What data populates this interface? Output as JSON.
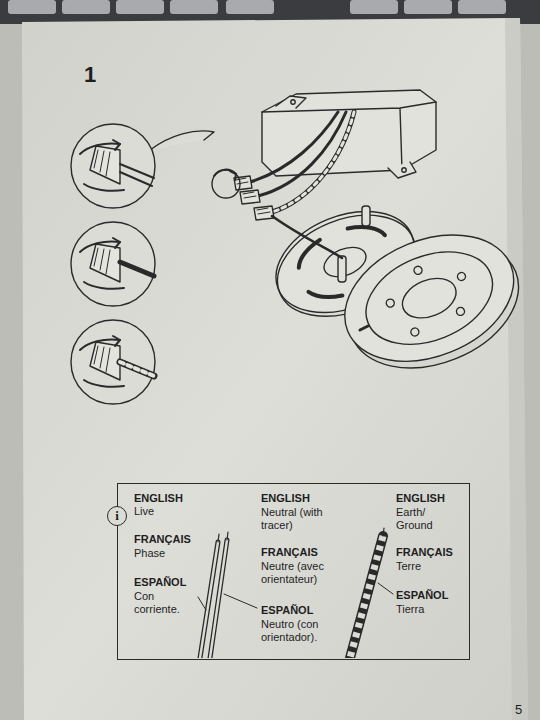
{
  "diagram": {
    "nodes": [
      {
        "text": [
          "ENGLISH",
          "Live",
          "FRANÇAIS",
          "Phase",
          "ESPAÑOL",
          "Con corriente.",
          "ENGLISH",
          "Neutral (with tracer)",
          "FRANÇAIS",
          "Neutre (avec orientateur)",
          "ESPAÑOL",
          "Neutro (con orientador).",
          "ENGLISH",
          "Earth/ Ground",
          "FRANÇAIS",
          "Terre",
          "ESPAÑOL",
          "Tierra"
        ]
      },
      {
        "text": [
          "i"
        ],
        "in": 0
      }
    ],
    "edges": [],
    "labels": [
      "1",
      "5"
    ]
  }
}
